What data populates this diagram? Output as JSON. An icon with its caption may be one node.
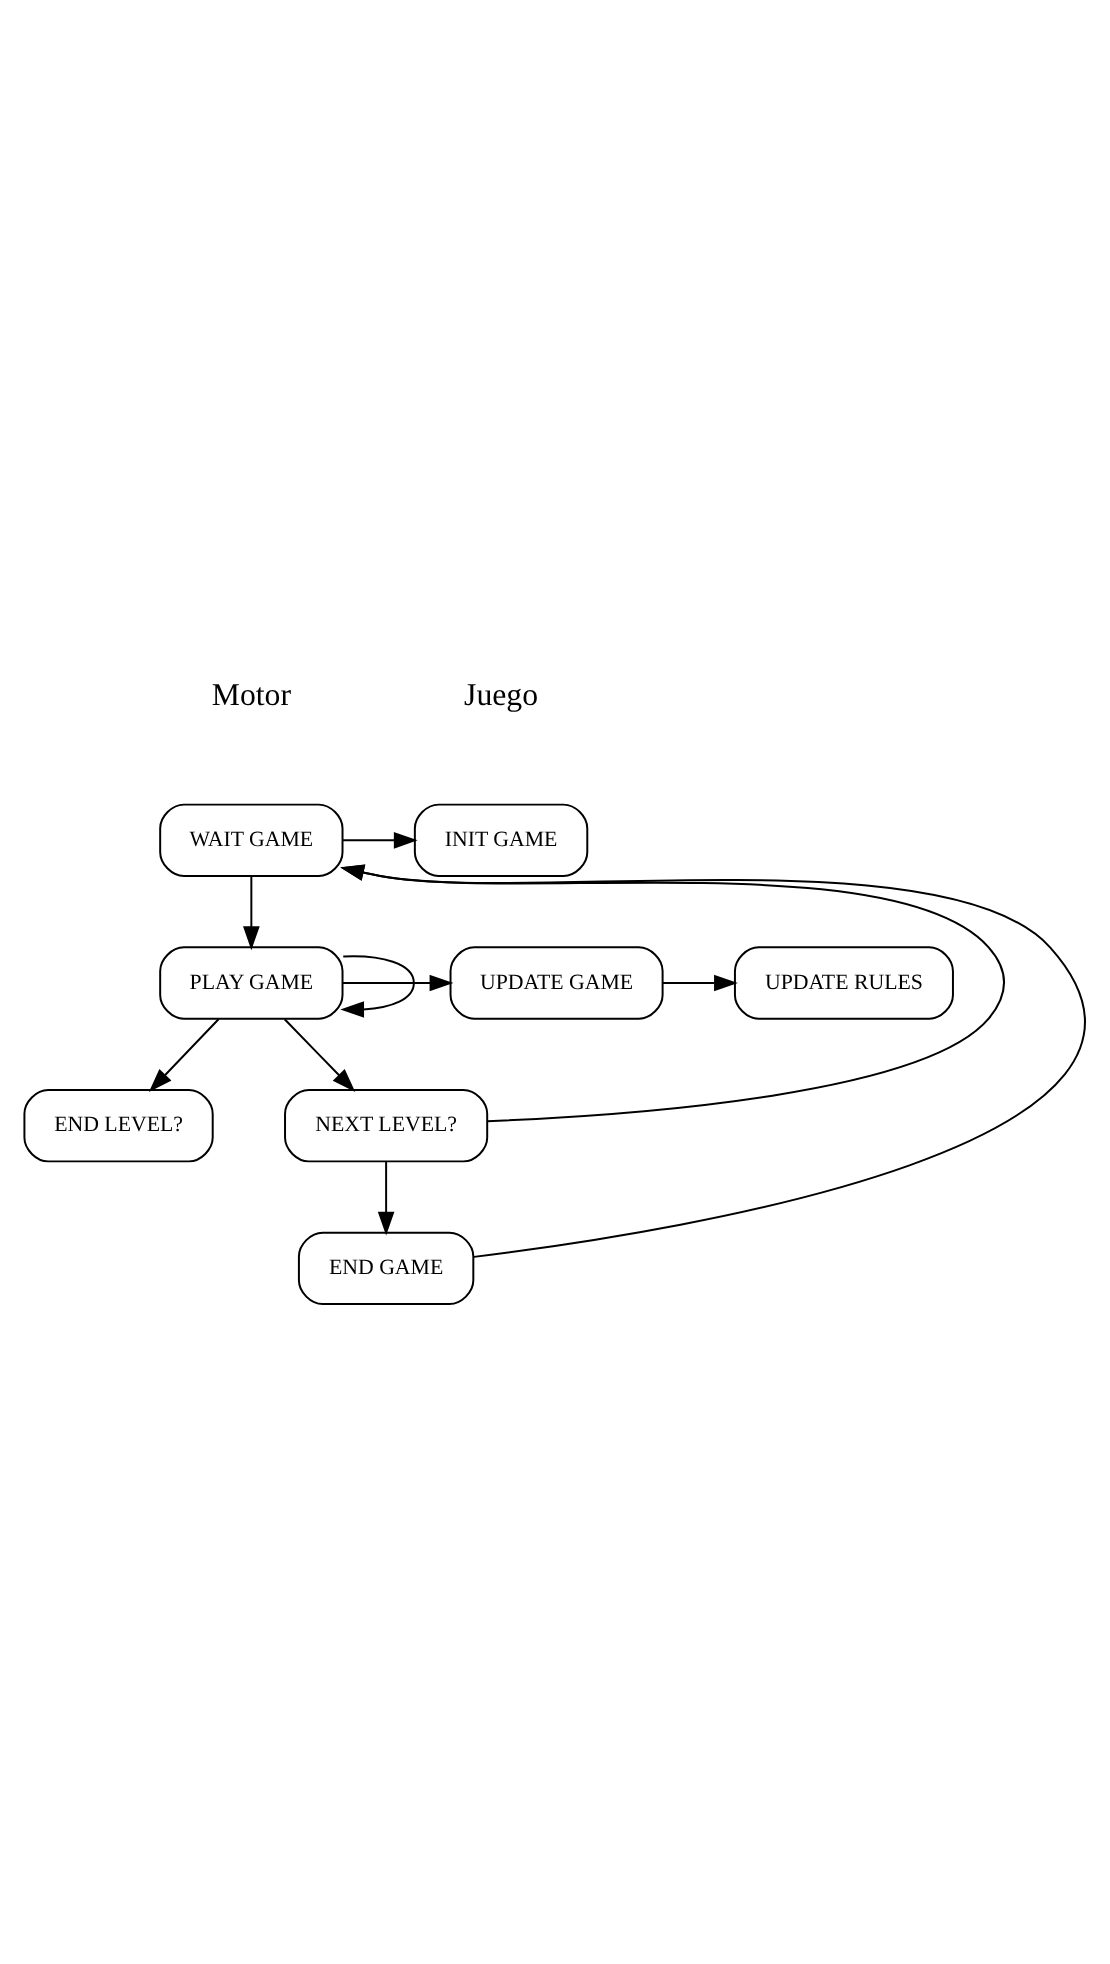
{
  "diagram": {
    "nodes": [
      {
        "text": [
          "WAIT GAME"
        ]
      },
      {
        "text": [
          "INIT GAME"
        ]
      },
      {
        "text": [
          "PLAY GAME"
        ]
      },
      {
        "text": [
          "UPDATE GAME"
        ]
      },
      {
        "text": [
          "UPDATE RULES"
        ]
      },
      {
        "text": [
          "END LEVEL?"
        ]
      },
      {
        "text": [
          "NEXT LEVEL?"
        ]
      },
      {
        "text": [
          "END GAME"
        ]
      }
    ],
    "edges": [
      {
        "from": 0,
        "to": 1,
        "arrow": "to"
      },
      {
        "from": 0,
        "to": 2,
        "arrow": "to"
      },
      {
        "from": 2,
        "to": 2,
        "arrow": "to"
      },
      {
        "from": 2,
        "to": 3,
        "arrow": "to"
      },
      {
        "from": 3,
        "to": 4,
        "arrow": "to"
      },
      {
        "from": 2,
        "to": 5,
        "arrow": "to"
      },
      {
        "from": 2,
        "to": 6,
        "arrow": "to"
      },
      {
        "from": 6,
        "to": 0,
        "arrow": "to"
      },
      {
        "from": 6,
        "to": 7,
        "arrow": "to"
      },
      {
        "from": 7,
        "to": 0,
        "arrow": "to"
      }
    ],
    "labels": [
      "Motor",
      "Juego"
    ]
  }
}
